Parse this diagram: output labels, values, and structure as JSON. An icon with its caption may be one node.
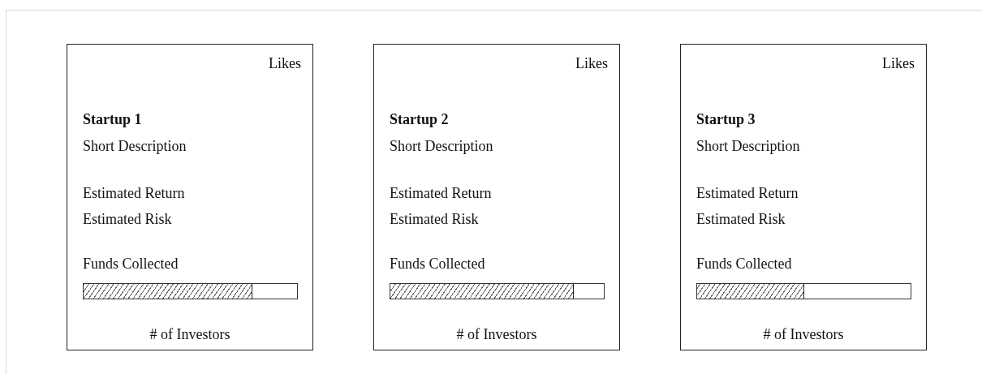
{
  "diagram": {
    "nodes": [
      {
        "text": [
          "Likes",
          "Startup 1",
          "Short Description",
          "Estimated Return",
          "Estimated Risk",
          "Funds Collected",
          "# of Investors"
        ]
      },
      {
        "text": [
          "Likes",
          "Startup 2",
          "Short Description",
          "Estimated Return",
          "Estimated Risk",
          "Funds Collected",
          "# of Investors"
        ]
      },
      {
        "text": [
          "Likes",
          "Startup 3",
          "Short Description",
          "Estimated Return",
          "Estimated Risk",
          "Funds Collected",
          "# of Investors"
        ]
      }
    ]
  }
}
